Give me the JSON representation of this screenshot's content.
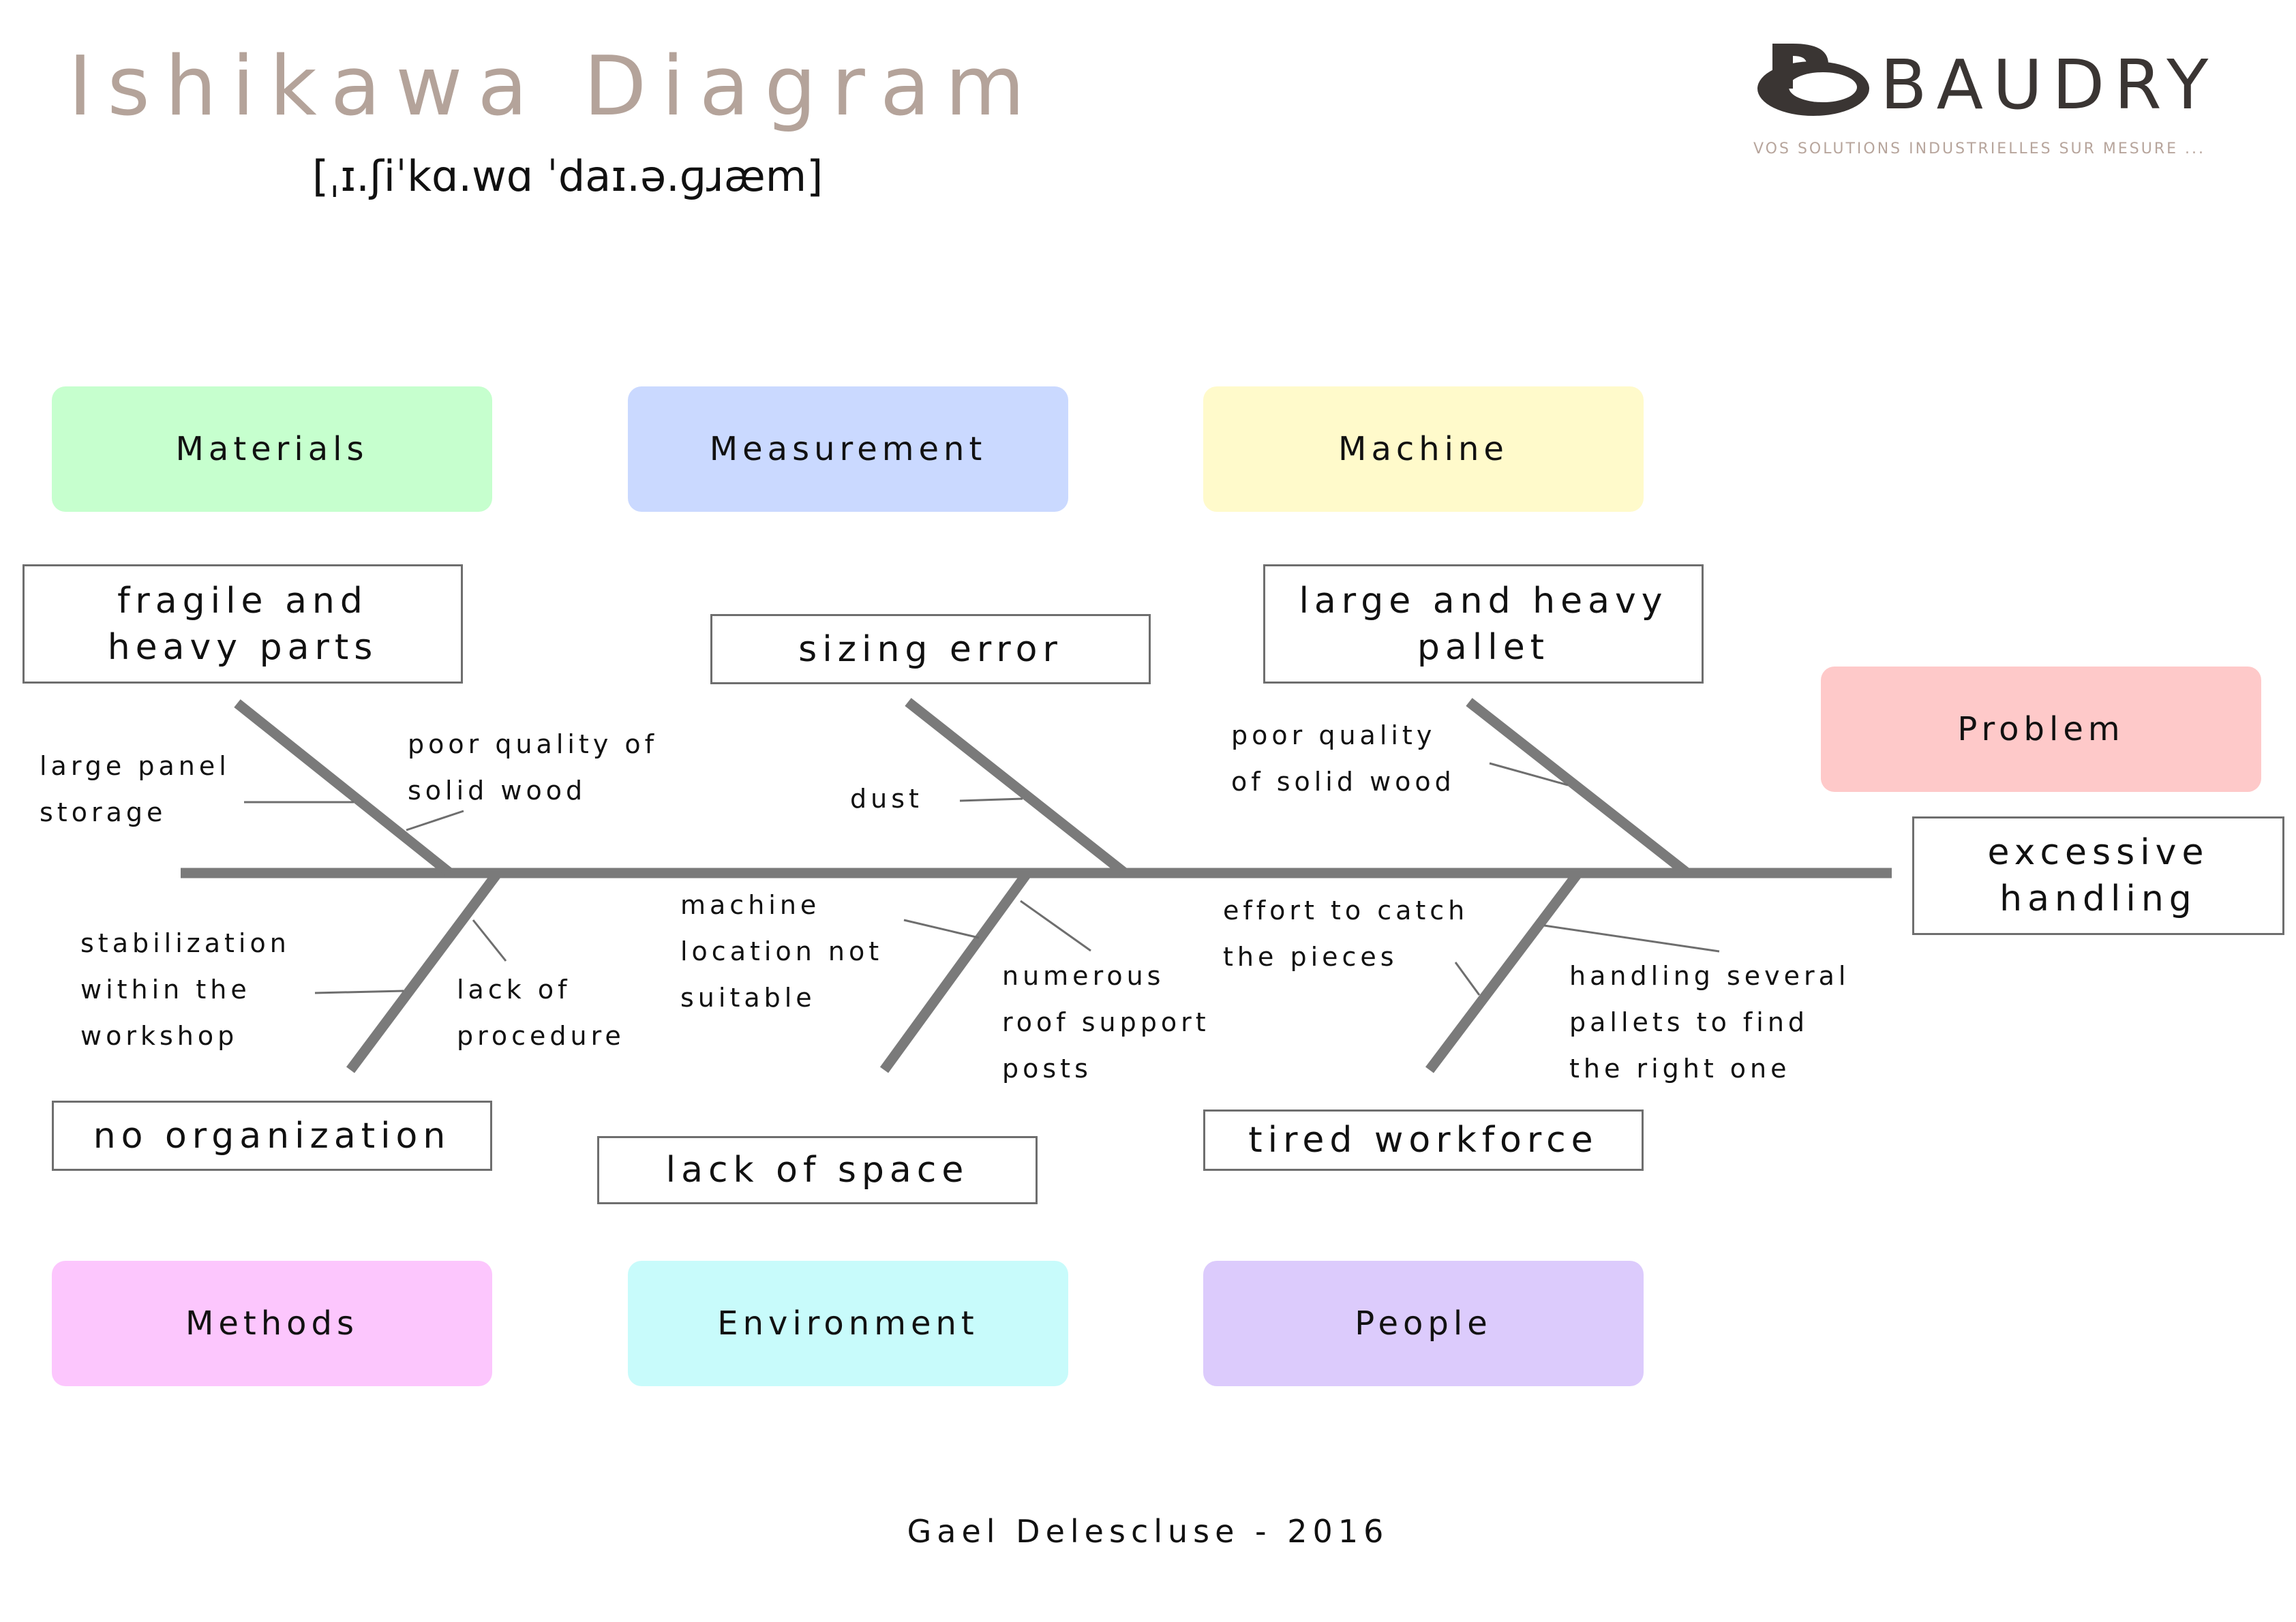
{
  "header": {
    "title": "Ishikawa Diagram",
    "phonetic": "[ˌɪ.ʃiˈkɑ.wɑ ˈdaɪ.ə.ɡɹæm]"
  },
  "logo": {
    "name": "BAUDRY",
    "tagline": "VOS SOLUTIONS INDUSTRIELLES SUR MESURE ..."
  },
  "categories": {
    "materials": "Materials",
    "measurement": "Measurement",
    "machine": "Machine",
    "methods": "Methods",
    "environment": "Environment",
    "people": "People",
    "problem": "Problem"
  },
  "causes": {
    "materials_main": [
      "fragile and",
      "heavy parts"
    ],
    "measurement_main": "sizing error",
    "machine_main": [
      "large and heavy",
      "pallet"
    ],
    "methods_main": "no organization",
    "environment_main": "lack of space",
    "people_main": "tired workforce",
    "problem_main": [
      "excessive",
      "handling"
    ]
  },
  "sub_causes": {
    "materials_a": [
      "large panel",
      "storage"
    ],
    "materials_b": [
      "poor quality of",
      "solid wood"
    ],
    "measurement_a": "dust",
    "machine_a": [
      "poor quality",
      "of solid wood"
    ],
    "methods_a": [
      "stabilization",
      "within the",
      "workshop"
    ],
    "methods_b": [
      "lack of",
      "procedure"
    ],
    "environment_a": [
      "machine",
      "location not",
      "suitable"
    ],
    "environment_b": [
      "numerous",
      "roof support",
      "posts"
    ],
    "people_a": [
      "effort to catch",
      "the pieces"
    ],
    "people_b": [
      "handling several",
      "pallets to find",
      "the right one"
    ]
  },
  "colors": {
    "materials": "#c6ffce",
    "measurement": "#cad9ff",
    "machine": "#fffacb",
    "methods": "#fcc6fd",
    "environment": "#c8fbfb",
    "people": "#dccbfc",
    "problem": "#fec9c9",
    "title": "#b4a39a",
    "spine": "#7a7a7a"
  },
  "footer": {
    "credit": "Gael Delescluse - 2016"
  }
}
